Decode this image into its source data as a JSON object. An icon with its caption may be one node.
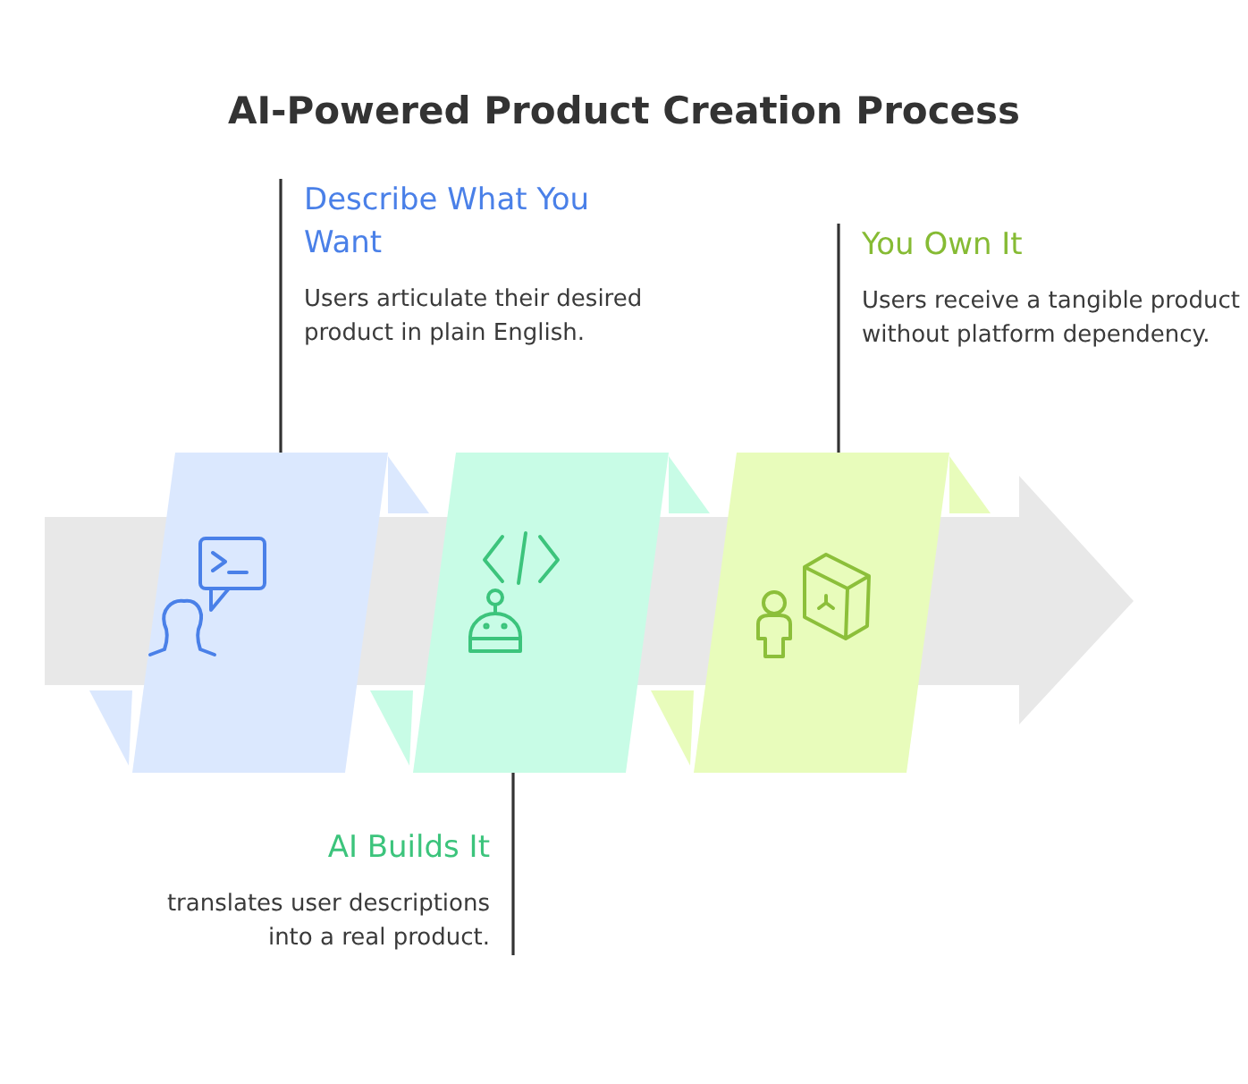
{
  "diagram": {
    "title": "AI-Powered Product Creation Process",
    "nodes": [
      {
        "text": [
          "Describe What You Want",
          "Users articulate their desired product in plain English."
        ]
      },
      {
        "text": [
          "You Own It",
          "Users receive a tangible product without platform dependency."
        ]
      },
      {
        "text": [],
        "shape": "parallelogram"
      },
      {
        "text": [],
        "shape": "parallelogram"
      },
      {
        "text": [],
        "shape": "parallelogram"
      },
      {
        "text": [
          "AI Builds It",
          "translates user descriptions into a real product."
        ]
      }
    ],
    "edges": [
      {
        "from": 0,
        "to": 2,
        "arrow": "none"
      },
      {
        "from": 1,
        "to": 4,
        "arrow": "none"
      },
      {
        "from": 5,
        "to": 3,
        "arrow": "none"
      }
    ]
  }
}
